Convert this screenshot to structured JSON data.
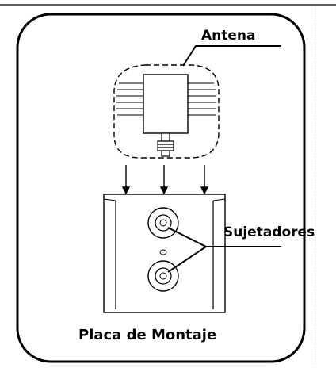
{
  "labels": {
    "antenna": "Antena",
    "fasteners": "Sujetadores",
    "mounting_plate": "Placa de Montaje"
  },
  "colors": {
    "ink": "#000000",
    "background": "#ffffff",
    "edge_gray": "#cfcfcf"
  }
}
